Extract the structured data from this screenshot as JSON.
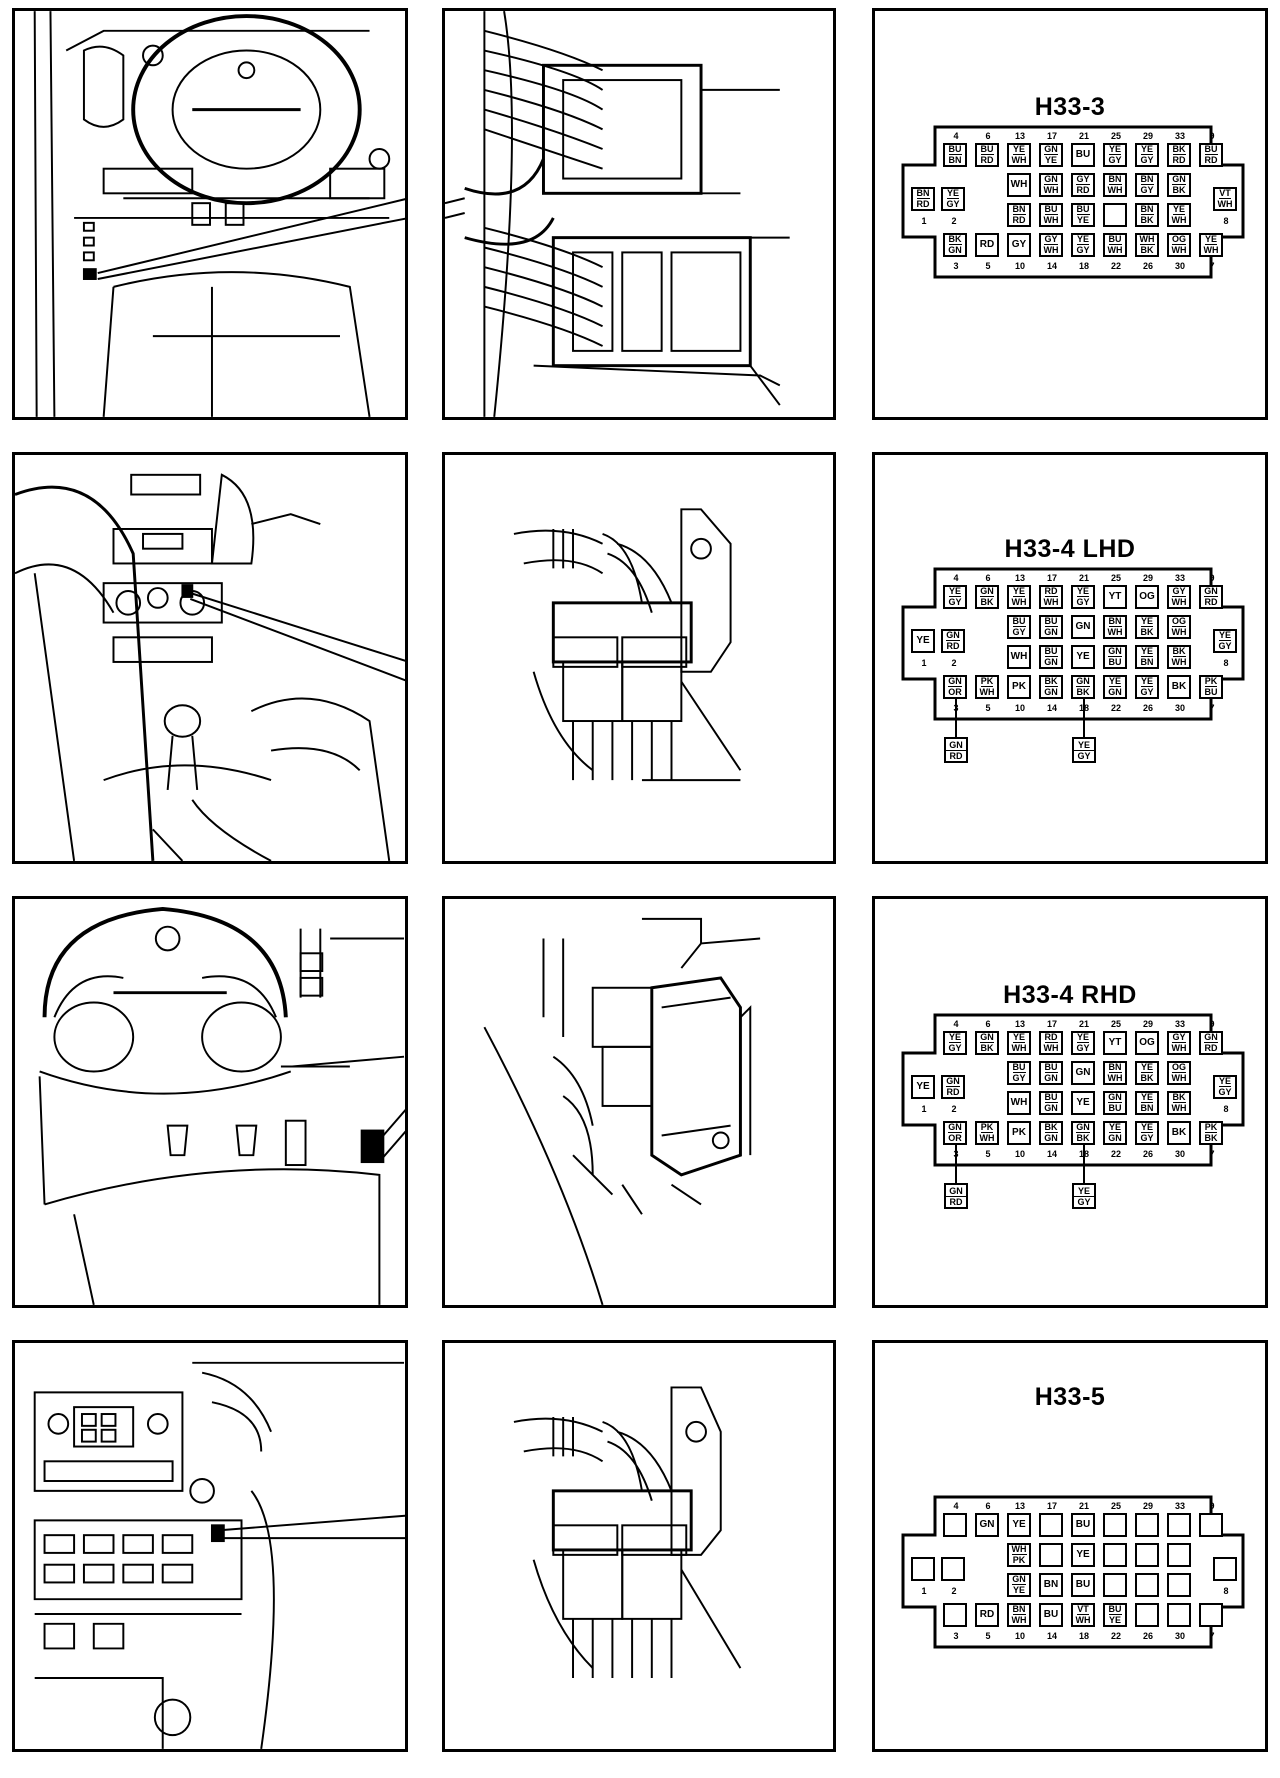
{
  "connectors": [
    {
      "id": "c1",
      "title": "H33-3",
      "top_nums": [
        "4",
        "6",
        "13",
        "17",
        "21",
        "25",
        "29",
        "33",
        "9"
      ],
      "bot_nums": [
        "3",
        "5",
        "10",
        "14",
        "18",
        "22",
        "26",
        "30",
        "7"
      ],
      "side_left": [
        "1",
        "2"
      ],
      "side_right": "8",
      "rows": [
        [
          "BU BN",
          "BU RD",
          "YE WH",
          "GN YE",
          "BU",
          "YE GY",
          "YE GY",
          "BK RD",
          "BU RD"
        ],
        [
          "",
          "",
          "WH",
          "GN WH",
          "GY RD",
          "BN WH",
          "BN GY",
          "GN BK",
          ""
        ],
        [
          "",
          "",
          "BN RD",
          "BU WH",
          "BU YE",
          "",
          "BN BK",
          "YE WH",
          ""
        ],
        [
          "BK GN",
          "RD",
          "GY",
          "GY WH",
          "YE GY",
          "BU WH",
          "WH BK",
          "OG WH",
          "YE WH"
        ]
      ],
      "left_pins": [
        "BN RD",
        "YE GY"
      ],
      "right_pin": "VT WH",
      "ext": []
    },
    {
      "id": "c2",
      "title": "H33-4 LHD",
      "top_nums": [
        "4",
        "6",
        "13",
        "17",
        "21",
        "25",
        "29",
        "33",
        "9"
      ],
      "bot_nums": [
        "3",
        "5",
        "10",
        "14",
        "18",
        "22",
        "26",
        "30",
        "7"
      ],
      "side_left": [
        "1",
        "2"
      ],
      "side_right": "8",
      "rows": [
        [
          "YE GY",
          "GN BK",
          "YE WH",
          "RD WH",
          "YE GY",
          "YT",
          "OG",
          "GY WH",
          "GN RD"
        ],
        [
          "",
          "",
          "BU GY",
          "BU GN",
          "GN",
          "BN WH",
          "YE BK",
          "OG WH",
          ""
        ],
        [
          "",
          "",
          "WH",
          "BU GN",
          "YE",
          "GN BU",
          "YE BN",
          "BK WH",
          ""
        ],
        [
          "GN OR",
          "PK WH",
          "PK",
          "BK GN",
          "GN BK",
          "YE GN",
          "YE GY",
          "BK",
          "PK BU"
        ]
      ],
      "left_pins": [
        "YE",
        "GN RD"
      ],
      "right_pin": "YE GY",
      "ext": [
        {
          "col": 0,
          "label": "GN RD"
        },
        {
          "col": 4,
          "label": "YE GY"
        }
      ]
    },
    {
      "id": "c3",
      "title": "H33-4 RHD",
      "top_nums": [
        "4",
        "6",
        "13",
        "17",
        "21",
        "25",
        "29",
        "33",
        "9"
      ],
      "bot_nums": [
        "3",
        "5",
        "10",
        "14",
        "18",
        "22",
        "26",
        "30",
        "7"
      ],
      "side_left": [
        "1",
        "2"
      ],
      "side_right": "8",
      "rows": [
        [
          "YE GY",
          "GN BK",
          "YE WH",
          "RD WH",
          "YE GY",
          "YT",
          "OG",
          "GY WH",
          "GN RD"
        ],
        [
          "",
          "",
          "BU GY",
          "BU GN",
          "GN",
          "BN WH",
          "YE BK",
          "OG WH",
          ""
        ],
        [
          "",
          "",
          "WH",
          "BU GN",
          "YE",
          "GN BU",
          "YE BN",
          "BK WH",
          ""
        ],
        [
          "GN OR",
          "PK WH",
          "PK",
          "BK GN",
          "GN BK",
          "YE GN",
          "YE GY",
          "BK",
          "PK BK"
        ]
      ],
      "left_pins": [
        "YE",
        "GN RD"
      ],
      "right_pin": "YE GY",
      "ext": [
        {
          "col": 0,
          "label": "GN RD"
        },
        {
          "col": 4,
          "label": "YE GY"
        }
      ]
    },
    {
      "id": "c4",
      "title": "H33-5",
      "top_nums": [
        "4",
        "6",
        "13",
        "17",
        "21",
        "25",
        "29",
        "33",
        "9"
      ],
      "bot_nums": [
        "3",
        "5",
        "10",
        "14",
        "18",
        "22",
        "26",
        "30",
        "7"
      ],
      "side_left": [
        "1",
        "2"
      ],
      "side_right": "8",
      "rows": [
        [
          "",
          "GN",
          "YE",
          "",
          "BU",
          "",
          "",
          "",
          ""
        ],
        [
          "",
          "",
          "WH PK",
          "",
          "YE",
          "",
          "",
          "",
          ""
        ],
        [
          "",
          "",
          "GN YE",
          "BN",
          "BU",
          "",
          "",
          "",
          ""
        ],
        [
          "",
          "RD",
          "BN WH",
          "BU",
          "VT WH",
          "BU YE",
          "",
          "",
          ""
        ]
      ],
      "left_pins": [
        "",
        ""
      ],
      "right_pin": "",
      "ext": []
    }
  ]
}
